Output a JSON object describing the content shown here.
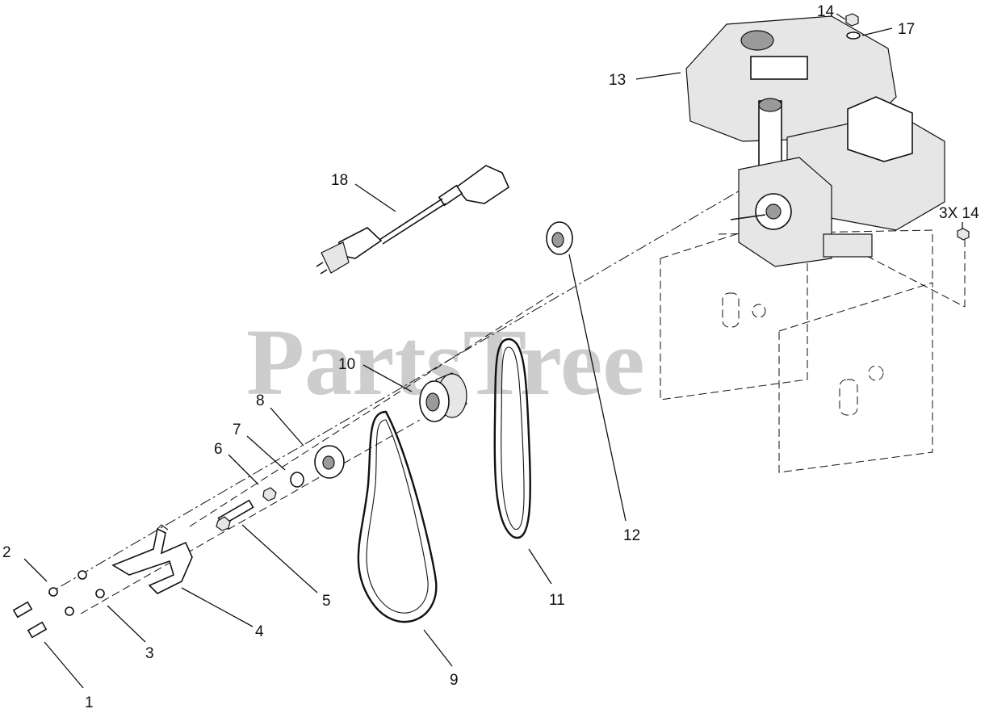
{
  "diagram": {
    "watermark": "PartsTree",
    "callouts": [
      {
        "id": "c1",
        "text": "1"
      },
      {
        "id": "c2",
        "text": "2"
      },
      {
        "id": "c3",
        "text": "3"
      },
      {
        "id": "c4",
        "text": "4"
      },
      {
        "id": "c5",
        "text": "5"
      },
      {
        "id": "c6",
        "text": "6"
      },
      {
        "id": "c7",
        "text": "7"
      },
      {
        "id": "c8",
        "text": "8"
      },
      {
        "id": "c9",
        "text": "9"
      },
      {
        "id": "c10",
        "text": "10"
      },
      {
        "id": "c11",
        "text": "11"
      },
      {
        "id": "c12",
        "text": "12"
      },
      {
        "id": "c13",
        "text": "13"
      },
      {
        "id": "c14",
        "text": "14"
      },
      {
        "id": "c17",
        "text": "17"
      },
      {
        "id": "c18",
        "text": "18"
      },
      {
        "id": "c3x14",
        "text": "3X 14"
      }
    ]
  }
}
